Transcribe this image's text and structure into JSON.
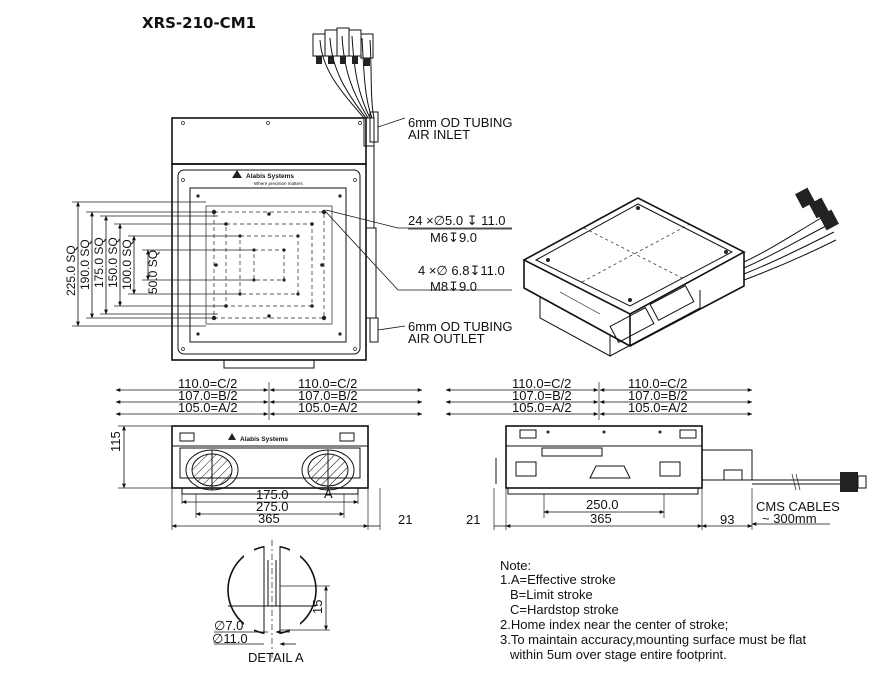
{
  "title": "XRS-210-CM1",
  "callouts": {
    "air_inlet_1": "6mm OD TUBING",
    "air_inlet_2": "AIR INLET",
    "air_outlet_1": "6mm OD TUBING",
    "air_outlet_2": "AIR OUTLET",
    "holes_a_1": "24 ×∅5.0 ↧ 11.0",
    "holes_a_2": "M6↧9.0",
    "holes_b_1": "4 ×∅ 6.8↧11.0",
    "holes_b_2": "M8↧9.0",
    "logo_name": "Alabis Systems",
    "logo_tagline": "Where precision matters",
    "cms_cables_1": "CMS CABLES",
    "cms_cables_2": "~ 300mm"
  },
  "top_view_dims": [
    "225.0 SQ",
    "190.0 SQ",
    "175.0 SQ",
    "150.0 SQ",
    "100.0 SQ",
    "50.0 SQ"
  ],
  "side_view_left": {
    "c": "110.0=C/2",
    "c2": "110.0=C/2",
    "b": "107.0=B/2",
    "b2": "107.0=B/2",
    "a": "105.0=A/2",
    "a2": "105.0=A/2",
    "height": "115",
    "d175": "175.0",
    "d275": "275.0",
    "d365": "365",
    "d21": "21",
    "detail_marker": "A"
  },
  "side_view_right": {
    "c": "110.0=C/2",
    "c2": "110.0=C/2",
    "b": "107.0=B/2",
    "b2": "107.0=B/2",
    "a": "105.0=A/2",
    "a2": "105.0=A/2",
    "d250": "250.0",
    "d365": "365",
    "d21": "21",
    "d93": "93"
  },
  "detail_a": {
    "d7": "∅7.0",
    "d11": "∅11.0",
    "depth": "15",
    "label": "DETAIL A"
  },
  "notes": {
    "heading": "Note:",
    "lines": [
      "1.A=Effective stroke",
      "B=Limit stroke",
      "C=Hardstop stroke",
      "2.Home index near the center of stroke;",
      "3.To maintain accuracy,mounting surface must be flat",
      "within 5um over stage entire footprint."
    ]
  }
}
